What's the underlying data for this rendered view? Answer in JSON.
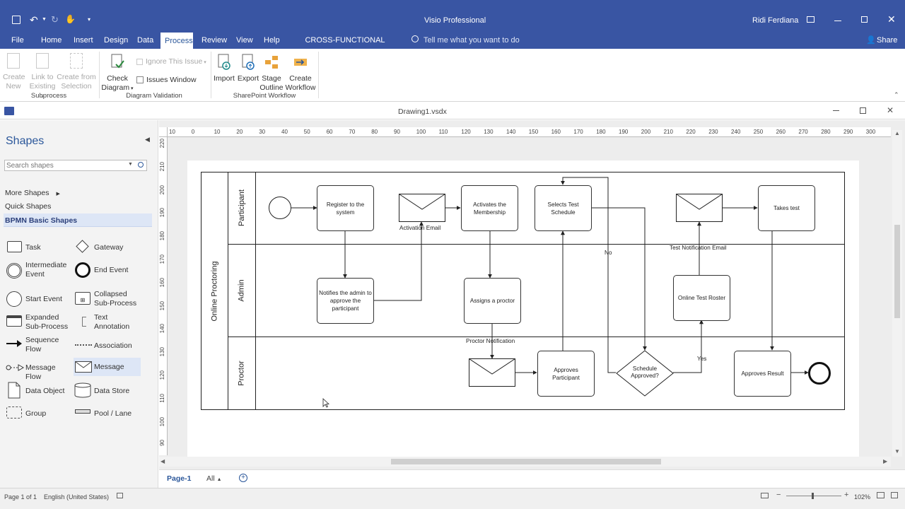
{
  "titlebar": {
    "app_title": "Visio Professional",
    "user": "Ridi Ferdiana",
    "share": "Share"
  },
  "tabs": [
    "File",
    "Home",
    "Insert",
    "Design",
    "Data",
    "Process",
    "Review",
    "View",
    "Help",
    "CROSS-FUNCTIONAL FLOWCHART"
  ],
  "tell_me": "Tell me what you want to do",
  "ribbon": {
    "create_new": [
      "Create",
      "New"
    ],
    "link_existing": [
      "Link to",
      "Existing"
    ],
    "create_from_selection": [
      "Create from",
      "Selection"
    ],
    "check_diagram": [
      "Check",
      "Diagram"
    ],
    "ignore_issue": "Ignore This Issue",
    "issues_window": "Issues Window",
    "import": "Import",
    "export": "Export",
    "stage_outline": [
      "Stage",
      "Outline"
    ],
    "create_workflow": [
      "Create",
      "Workflow"
    ],
    "groups": {
      "subprocess": "Subprocess",
      "diagram_validation": "Diagram Validation",
      "sharepoint_workflow": "SharePoint Workflow"
    }
  },
  "document": {
    "title": "Drawing1.vsdx"
  },
  "shapes_panel": {
    "title": "Shapes",
    "search_placeholder": "Search shapes",
    "more_shapes": "More Shapes",
    "quick_shapes": "Quick Shapes",
    "stencil": "BPMN Basic Shapes",
    "items": [
      {
        "label": "Task",
        "icon": "task-icon"
      },
      {
        "label": "Gateway",
        "icon": "gateway-icon"
      },
      {
        "label": "Intermediate Event",
        "icon": "intermediate-event-icon"
      },
      {
        "label": "End Event",
        "icon": "end-event-icon"
      },
      {
        "label": "Start Event",
        "icon": "start-event-icon"
      },
      {
        "label": "Collapsed Sub-Process",
        "icon": "collapsed-subprocess-icon"
      },
      {
        "label": "Expanded Sub-Process",
        "icon": "expanded-subprocess-icon"
      },
      {
        "label": "Text Annotation",
        "icon": "text-annotation-icon"
      },
      {
        "label": "Sequence Flow",
        "icon": "sequence-flow-icon"
      },
      {
        "label": "Association",
        "icon": "association-icon"
      },
      {
        "label": "Message Flow",
        "icon": "message-flow-icon"
      },
      {
        "label": "Message",
        "icon": "message-icon"
      },
      {
        "label": "Data Object",
        "icon": "data-object-icon"
      },
      {
        "label": "Data Store",
        "icon": "data-store-icon"
      },
      {
        "label": "Group",
        "icon": "group-icon"
      },
      {
        "label": "Pool / Lane",
        "icon": "pool-lane-icon"
      }
    ]
  },
  "ruler": {
    "h": [
      "10",
      "0",
      "10",
      "20",
      "30",
      "40",
      "50",
      "60",
      "70",
      "80",
      "90",
      "100",
      "110",
      "120",
      "130",
      "140",
      "150",
      "160",
      "170",
      "180",
      "190",
      "200",
      "210",
      "220",
      "230",
      "240",
      "250",
      "260",
      "270",
      "280",
      "290",
      "300"
    ],
    "v": [
      "220",
      "210",
      "200",
      "190",
      "180",
      "170",
      "160",
      "150",
      "140",
      "130",
      "120",
      "110",
      "100",
      "90"
    ]
  },
  "diagram": {
    "pool": "Online Proctoring",
    "lanes": [
      "Participant",
      "Admin",
      "Proctor"
    ],
    "tasks": {
      "register": "Register to the system",
      "activates": "Activates the Membership",
      "selects": "Selects Test Schedule",
      "takes": "Takes test",
      "notifies": "Notifies the admin to approve the participant",
      "assigns": "Assigns a proctor",
      "roster": "Online Test Roster",
      "approves_participant": "Approves Participant",
      "approves_result": "Approves Result"
    },
    "gateway": "Schedule Approved?",
    "labels": {
      "activation_email": "Activation Email",
      "test_notification_email": "Test Notification Email",
      "proctor_notification": "Proctor Notification",
      "no": "No",
      "yes": "Yes"
    }
  },
  "page_tabs": {
    "page1": "Page-1",
    "all": "All"
  },
  "status": {
    "page": "Page 1 of 1",
    "language": "English (United States)",
    "zoom": "102%"
  }
}
